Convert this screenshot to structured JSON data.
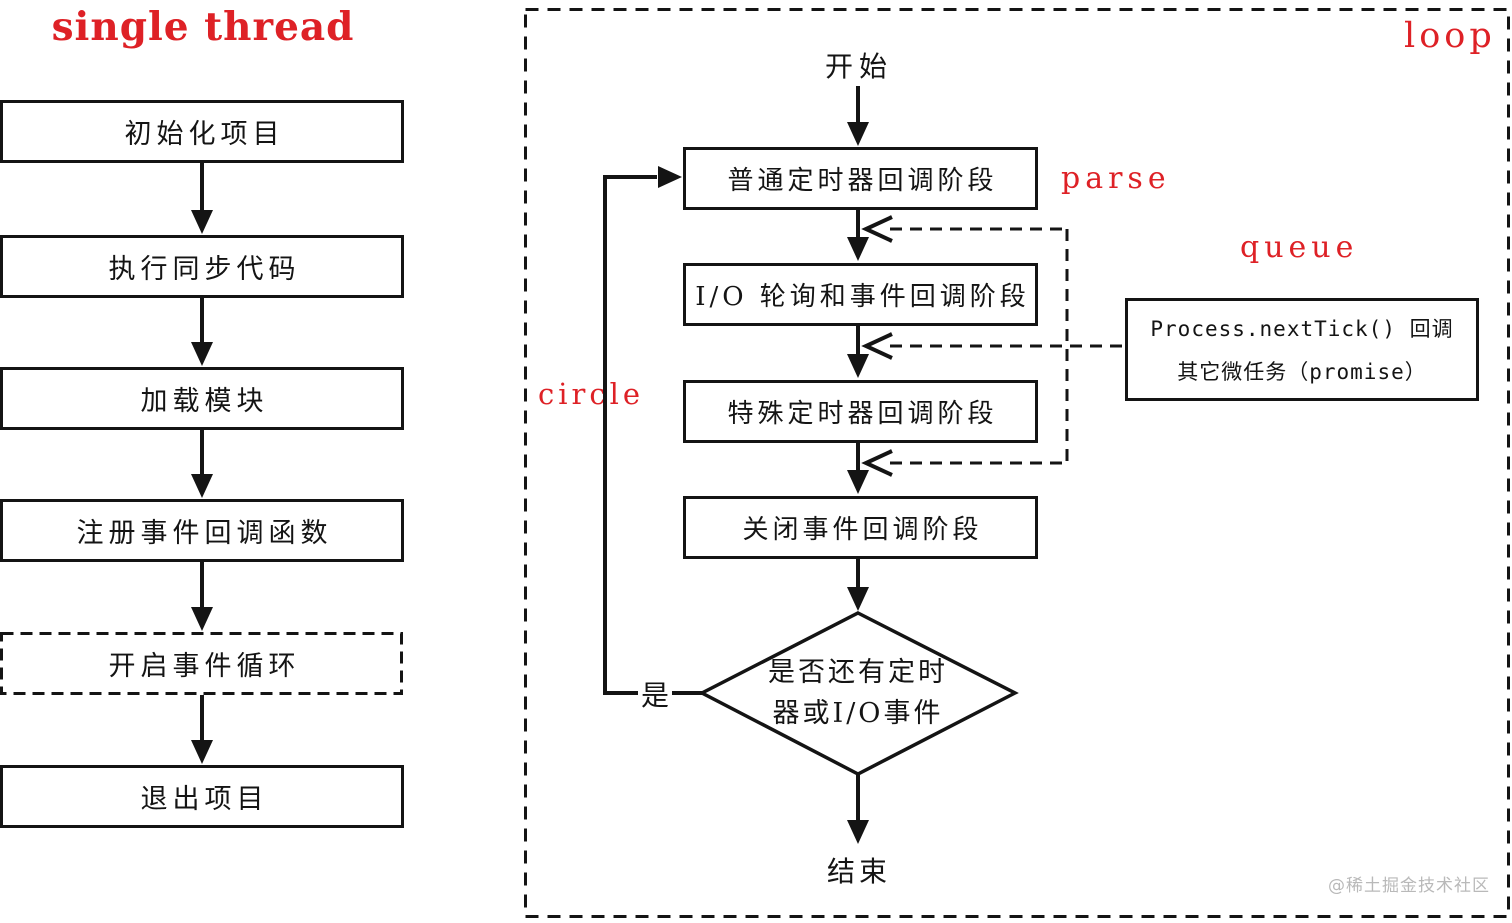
{
  "colors": {
    "red_label": "#de2126",
    "line": "#141414",
    "background": "#ffffff",
    "watermark": "#b9b9b9"
  },
  "left_flow": {
    "title": "single thread",
    "nodes": [
      {
        "label": "初始化项目",
        "border": "solid"
      },
      {
        "label": "执行同步代码",
        "border": "solid"
      },
      {
        "label": "加载模块",
        "border": "solid"
      },
      {
        "label": "注册事件回调函数",
        "border": "solid"
      },
      {
        "label": "开启事件循环",
        "border": "dashed"
      },
      {
        "label": "退出项目",
        "border": "solid"
      }
    ]
  },
  "loop": {
    "label": "loop",
    "start": "开始",
    "phases": [
      "普通定时器回调阶段",
      "I/O 轮询和事件回调阶段",
      "特殊定时器回调阶段",
      "关闭事件回调阶段"
    ],
    "decision": {
      "line1": "是否还有定时",
      "line2": "器或I/O事件",
      "yes_label": "是"
    },
    "end": "结束",
    "annotations": {
      "parse": "parse",
      "queue": "queue",
      "circle": "circle"
    }
  },
  "microtask_box": {
    "line1": "Process.nextTick() 回调",
    "line2": "其它微任务（promise）"
  },
  "watermark": "@稀土掘金技术社区"
}
